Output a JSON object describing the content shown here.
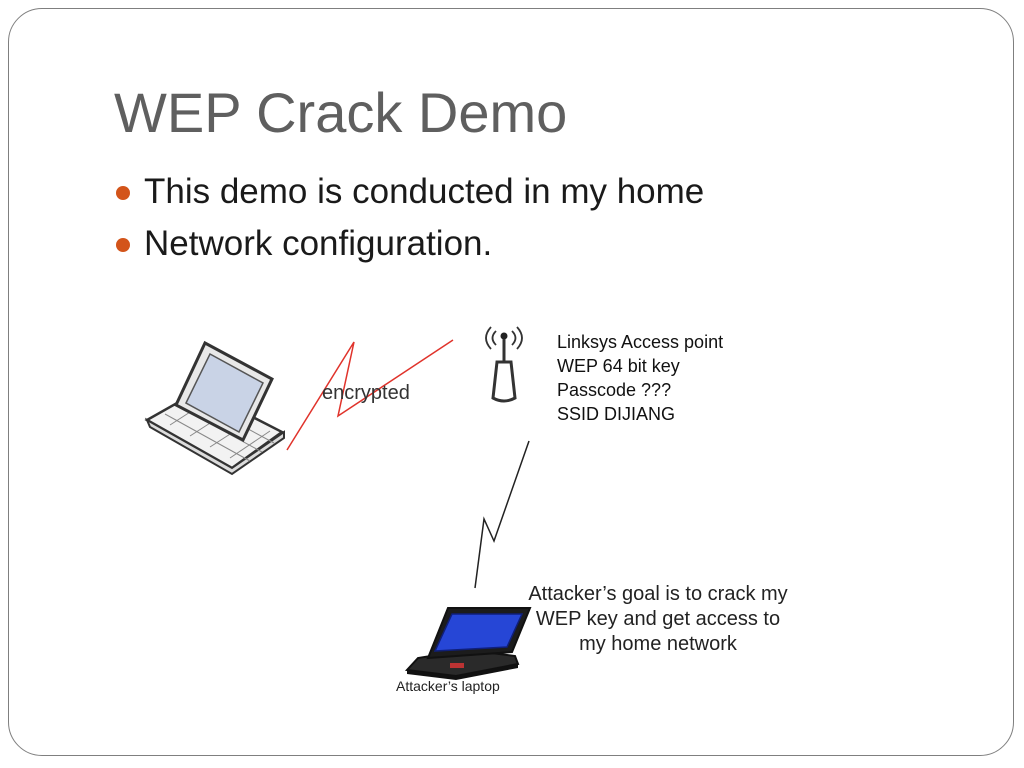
{
  "slide": {
    "title": "WEP Crack Demo",
    "bullets": [
      "This demo is conducted in my home",
      "Network configuration."
    ],
    "bullet_color": "#d3541a"
  },
  "diagram": {
    "encrypted_label": "encrypted",
    "access_point_info": [
      "Linksys Access point",
      "WEP 64 bit key",
      "Passcode ???",
      "SSID DIJIANG"
    ],
    "attacker_goal": "Attacker’s goal is to crack my WEP key and get access to my home network",
    "attacker_laptop_label": "Attacker’s laptop",
    "encrypted_link_color": "#e0332b",
    "attack_link_color": "#222222"
  }
}
